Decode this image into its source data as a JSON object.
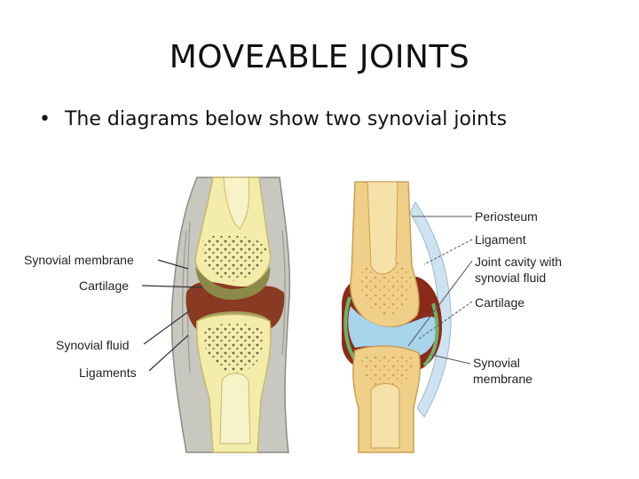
{
  "slide": {
    "title": "MOVEABLE JOINTS",
    "bullet": "The diagrams below show two synovial joints",
    "bullet_symbol": "•"
  },
  "left_diagram": {
    "labels": {
      "synovial_membrane": "Synovial membrane",
      "cartilage": "Cartilage",
      "synovial_fluid": "Synovial fluid",
      "ligaments": "Ligaments"
    }
  },
  "right_diagram": {
    "labels": {
      "periosteum": "Periosteum",
      "ligament": "Ligament",
      "joint_cavity_1": "Joint cavity with",
      "joint_cavity_2": "synovial fluid",
      "cartilage": "Cartilage",
      "synovial_membrane_1": "Synovial",
      "synovial_membrane_2": "membrane"
    }
  },
  "colors": {
    "bone": "#f4ecaa",
    "bone_outline": "#c9b870",
    "marrow_spots": "#6b6240",
    "cartilage_left": "#8c8a48",
    "cavity_left": "#8a3a22",
    "ligament_grey": "#b8b8b0",
    "bone_right": "#f0cf88",
    "marrow_right": "#f6e2a8",
    "cavity_right": "#a8d4ec",
    "ligament_blue": "#cfe2f0",
    "membrane_green": "#6fb26a",
    "capsule_red": "#8a2a1a"
  }
}
